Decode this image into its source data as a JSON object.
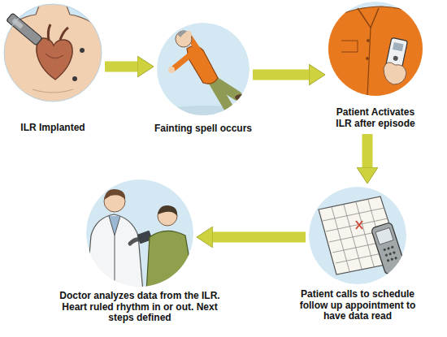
{
  "diagram": {
    "nodes": [
      {
        "text": [
          "ILR Implanted"
        ]
      },
      {
        "text": [
          "Fainting spell occurs"
        ]
      },
      {
        "text": [
          "Patient Activates ILR after episode"
        ]
      },
      {
        "text": [
          "Patient calls to schedule follow up appointment to have data read"
        ]
      },
      {
        "text": [
          "Doctor analyzes data from the ILR. Heart ruled rhythm in or out. Next steps defined"
        ]
      }
    ],
    "edges": [
      {
        "from": 0,
        "to": 1,
        "arrow": "to"
      },
      {
        "from": 1,
        "to": 2,
        "arrow": "to"
      },
      {
        "from": 2,
        "to": 3,
        "arrow": "to"
      },
      {
        "from": 3,
        "to": 4,
        "arrow": "to"
      }
    ]
  }
}
